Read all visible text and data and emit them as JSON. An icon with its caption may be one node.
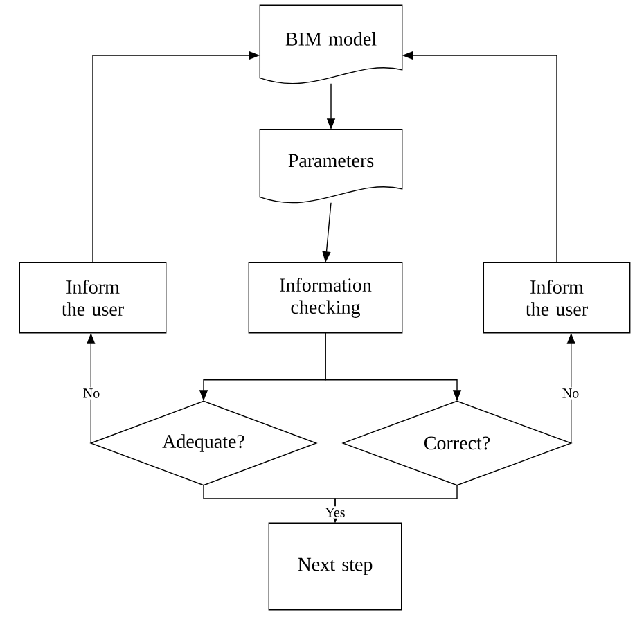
{
  "diagram": {
    "nodes": [
      {
        "text": [
          "BIM model"
        ]
      },
      {
        "text": [
          "Parameters"
        ]
      },
      {
        "text": [
          "Inform the user"
        ]
      },
      {
        "text": [
          "Information checking"
        ]
      },
      {
        "text": [
          "Inform the user"
        ]
      },
      {
        "text": [
          "Adequate?"
        ]
      },
      {
        "text": [
          "Correct?"
        ]
      },
      {
        "text": [
          "Next step"
        ]
      }
    ],
    "edges": [
      {
        "from": 0,
        "to": 1,
        "arrow": "to"
      },
      {
        "from": 1,
        "to": 3,
        "arrow": "to"
      },
      {
        "from": 3,
        "to": 5,
        "arrow": "to"
      },
      {
        "from": 3,
        "to": 6,
        "arrow": "to"
      },
      {
        "from": 5,
        "to": 2,
        "arrow": "to",
        "label": "No"
      },
      {
        "from": 6,
        "to": 4,
        "arrow": "to",
        "label": "No"
      },
      {
        "from": 2,
        "to": 0,
        "arrow": "to"
      },
      {
        "from": 4,
        "to": 0,
        "arrow": "to"
      },
      {
        "from": 5,
        "to": 7,
        "arrow": "to",
        "label": "Yes"
      },
      {
        "from": 6,
        "to": 7,
        "arrow": "to"
      }
    ]
  }
}
